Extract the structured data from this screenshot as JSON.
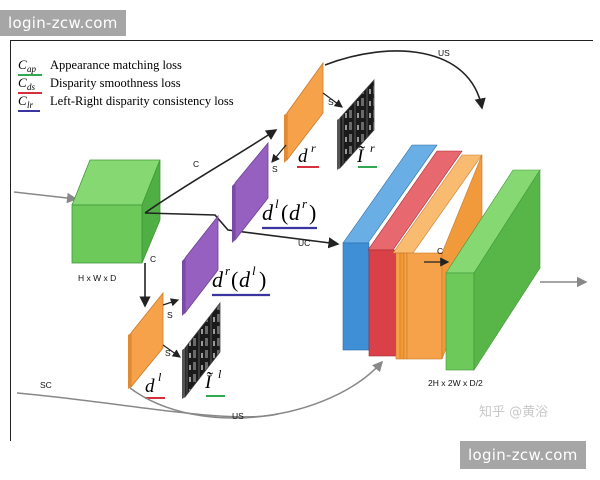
{
  "watermark_top": "login-zcw.com",
  "watermark_bottom": "login-zcw.com",
  "attribution": "知乎 @黄浴",
  "legend": [
    {
      "symbol": "C",
      "sub": "ap",
      "text": "Appearance matching loss",
      "color": "#2fa84f"
    },
    {
      "symbol": "C",
      "sub": "ds",
      "text": "Disparity smoothness loss",
      "color": "#d6303c"
    },
    {
      "symbol": "C",
      "sub": "lr",
      "text": "Left-Right disparity consistency loss",
      "color": "#3a35a0"
    }
  ],
  "labels": {
    "input_dims": "H x W x D",
    "output_dims": "2H x 2W x D/2",
    "us_top": "US",
    "us_bottom": "US",
    "uc": "UC",
    "sc": "SC",
    "c_top": "C",
    "c_mid": "C",
    "c_out": "C",
    "s1": "S",
    "s2": "S",
    "s3": "S",
    "s4": "S"
  },
  "math": {
    "dr": "d",
    "dr_sup": "r",
    "dl": "d",
    "dl_sup": "l",
    "ir": "Ĩ",
    "ir_sup": "r",
    "il": "Ĩ",
    "il_sup": "l",
    "dl_of_dr": {
      "base": "d",
      "sup": "l",
      "open": "(",
      "inner": "d",
      "inner_sup": "r",
      "close": ")"
    },
    "dr_of_dl": {
      "base": "d",
      "sup": "r",
      "open": "(",
      "inner": "d",
      "inner_sup": "l",
      "close": ")"
    }
  },
  "colors": {
    "green": "#6cc95a",
    "green_dark": "#3f9a37",
    "orange": "#f6a24a",
    "purple": "#9560c0",
    "blue": "#3f8fd6",
    "red": "#d94048",
    "underline_red": "#d6303c",
    "underline_green": "#2fa84f",
    "underline_blue": "#3a35a0"
  }
}
